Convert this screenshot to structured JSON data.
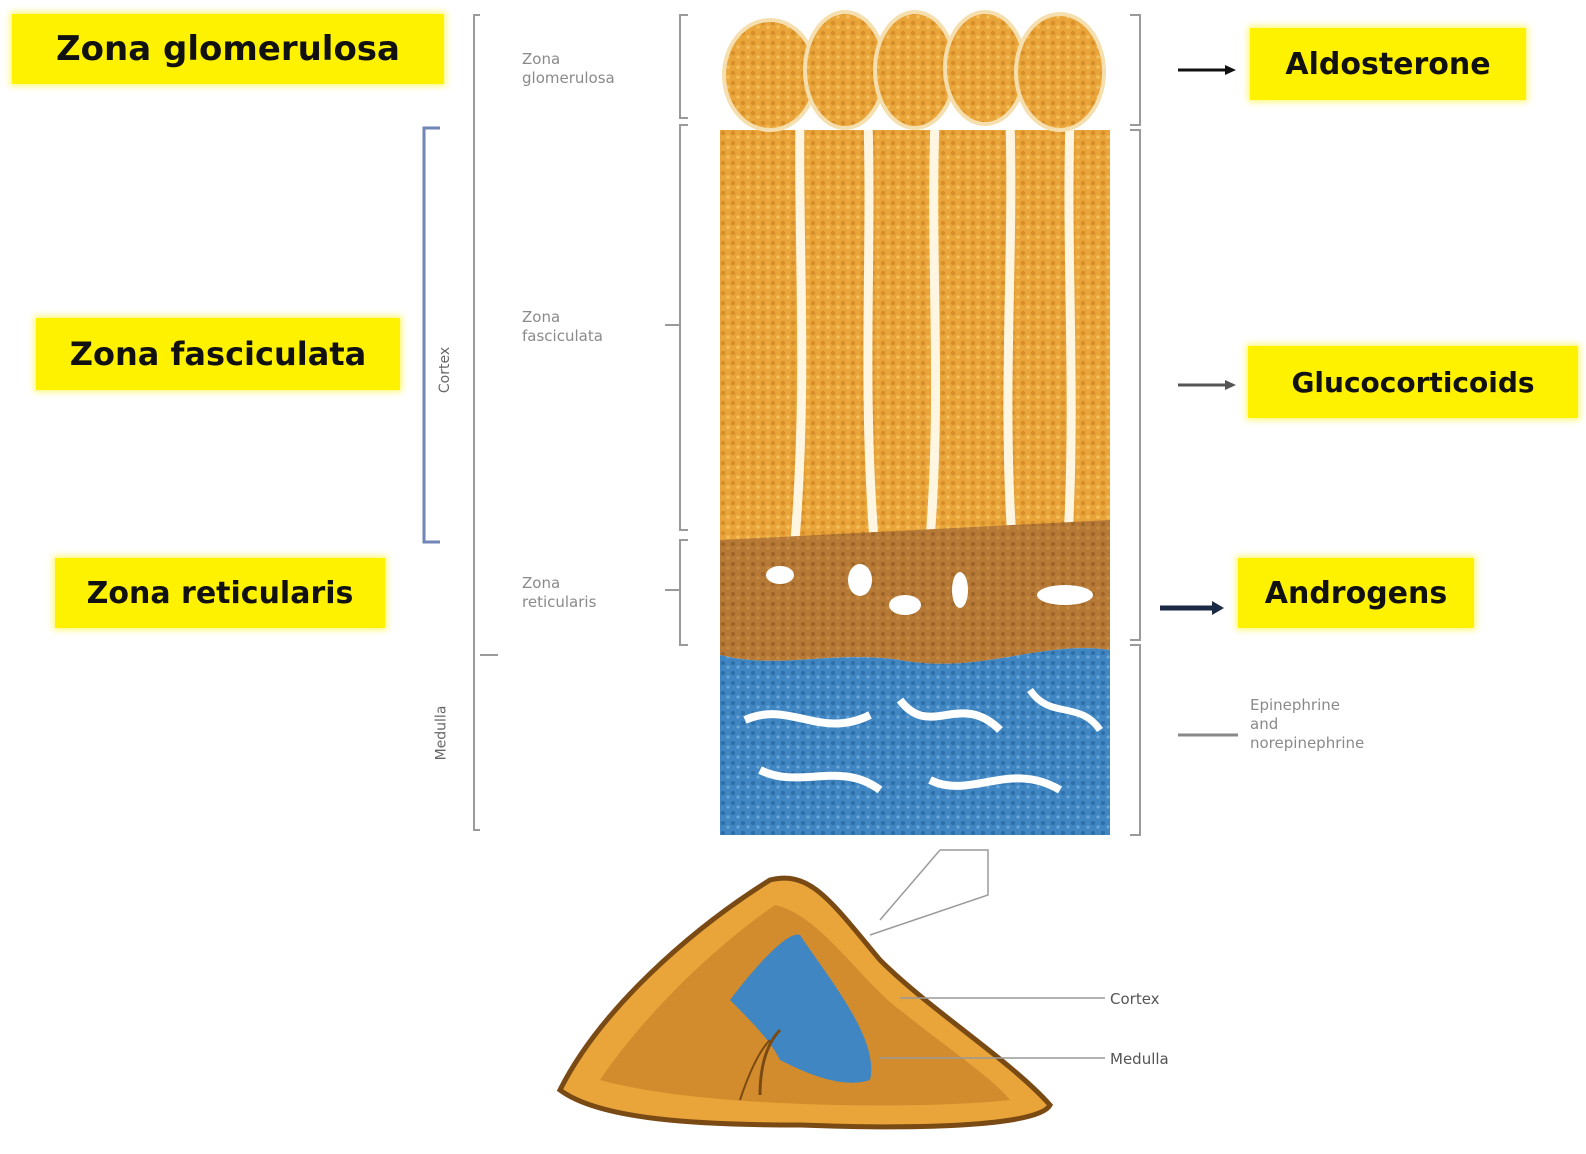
{
  "left_labels": {
    "glomerulosa": "Zona glomerulosa",
    "fasciculata": "Zona fasciculata",
    "reticularis": "Zona reticularis"
  },
  "zone_labels": {
    "glomerulosa": "Zona\nglomerulosa",
    "fasciculata": "Zona\nfasciculata",
    "reticularis": "Zona\nreticularis"
  },
  "bracket_labels": {
    "cortex": "Cortex",
    "medulla": "Medulla"
  },
  "hormones": {
    "aldosterone": "Aldosterone",
    "glucocorticoids": "Glucocorticoids",
    "androgens": "Androgens",
    "epinephrine": "Epinephrine\nand\nnorepinephrine"
  },
  "gland_labels": {
    "cortex": "Cortex",
    "medulla": "Medulla"
  },
  "colors": {
    "highlight": "#fff200",
    "cortex_orange": "#e9a53a",
    "reticularis_brown": "#b77a36",
    "medulla_blue": "#3f86c2",
    "arrow_dark": "#1a2a44",
    "bracket_blue": "#6f86b6"
  }
}
